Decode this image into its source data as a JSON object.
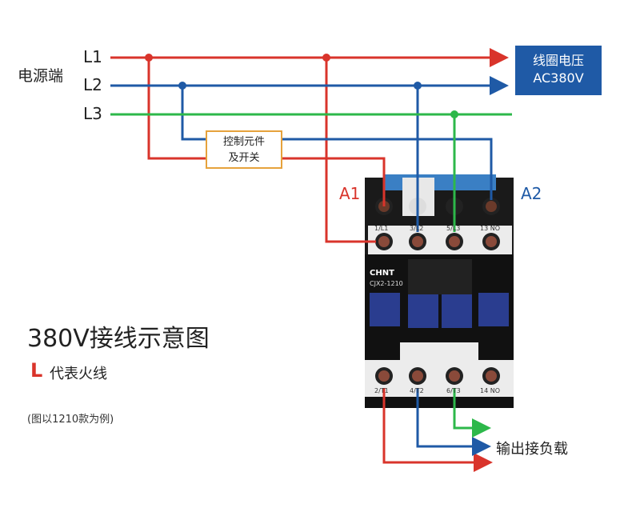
{
  "source_label": "电源端",
  "lines": {
    "l1": "L1",
    "l2": "L2",
    "l3": "L3"
  },
  "coil_box": {
    "line1": "线圈电压",
    "line2": "AC380V"
  },
  "control_box": {
    "line1": "控制元件",
    "line2": "及开关"
  },
  "coil_terminals": {
    "a1": "A1",
    "a2": "A2"
  },
  "contactor": {
    "brand": "CHNT",
    "model": "CJX2-1210",
    "top_terminals": [
      "1/L1",
      "3/L2",
      "5/L3",
      "13 NO"
    ],
    "bottom_terminals": [
      "2/T1",
      "4/T2",
      "6/T3",
      "14 NO"
    ]
  },
  "title": "380V接线示意图",
  "legend": {
    "letter": "L",
    "text": "代表火线"
  },
  "note": "(图以1210款为例)",
  "output_label": "输出接负载",
  "colors": {
    "red": "#d9342b",
    "blue": "#1f5aa6",
    "green": "#2db84a",
    "orange": "#e6a23c",
    "dark": "#1a1a1a"
  }
}
